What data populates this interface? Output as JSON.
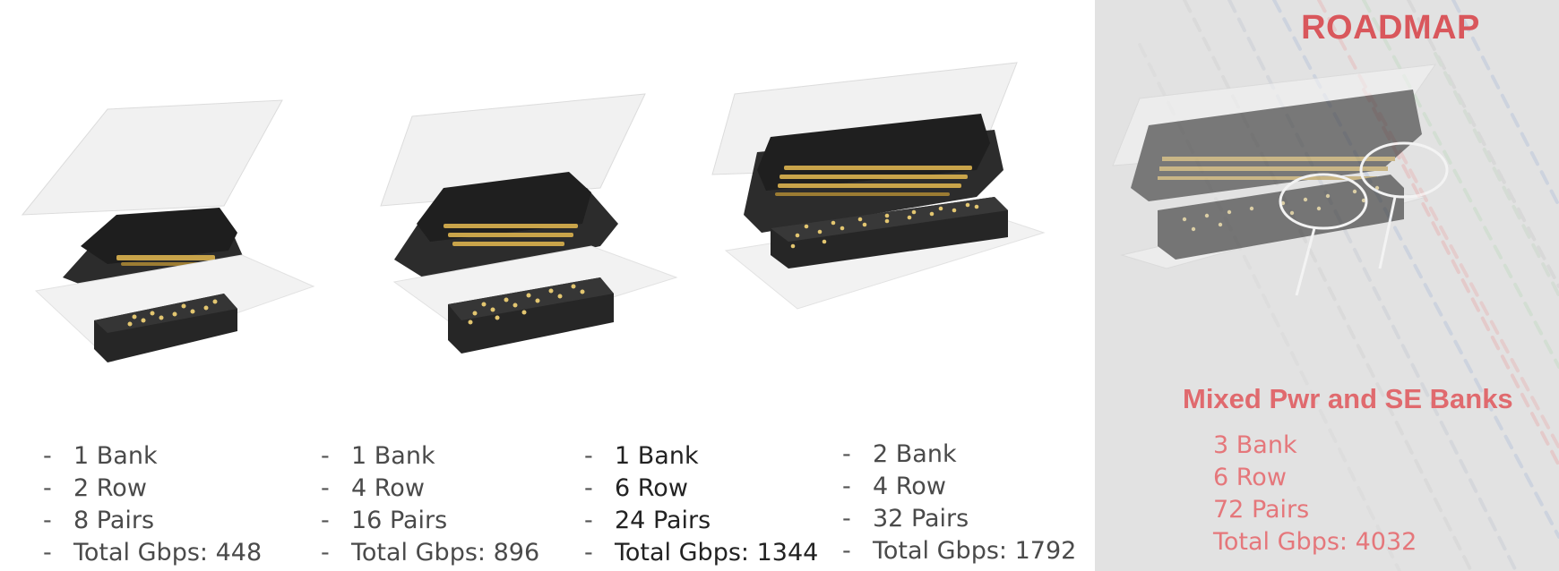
{
  "roadmap": {
    "title": "ROADMAP",
    "subtitle": "Mixed Pwr and SE Banks",
    "specs": [
      "3 Bank",
      "6 Row",
      "72 Pairs",
      "Total Gbps: 4032"
    ]
  },
  "columns": [
    {
      "bullet": "-",
      "specs": [
        "1 Bank",
        "2 Row",
        "8 Pairs",
        "Total Gbps:  448"
      ]
    },
    {
      "bullet": "-",
      "specs": [
        "1 Bank",
        "4 Row",
        "16 Pairs",
        "Total Gbps:  896"
      ]
    },
    {
      "bullet": "-",
      "specs": [
        "1 Bank",
        "6 Row",
        "24 Pairs",
        "Total Gbps:  1344"
      ]
    },
    {
      "bullet": "-",
      "specs": [
        "2 Bank",
        "4 Row",
        "32 Pairs",
        "Total Gbps:  1792"
      ]
    }
  ],
  "colors": {
    "roadmap_red": "#d9575c",
    "connector_body": "#2a2a2a",
    "contact_gold": "#c9a44a",
    "board_white": "#f2f2f2"
  }
}
